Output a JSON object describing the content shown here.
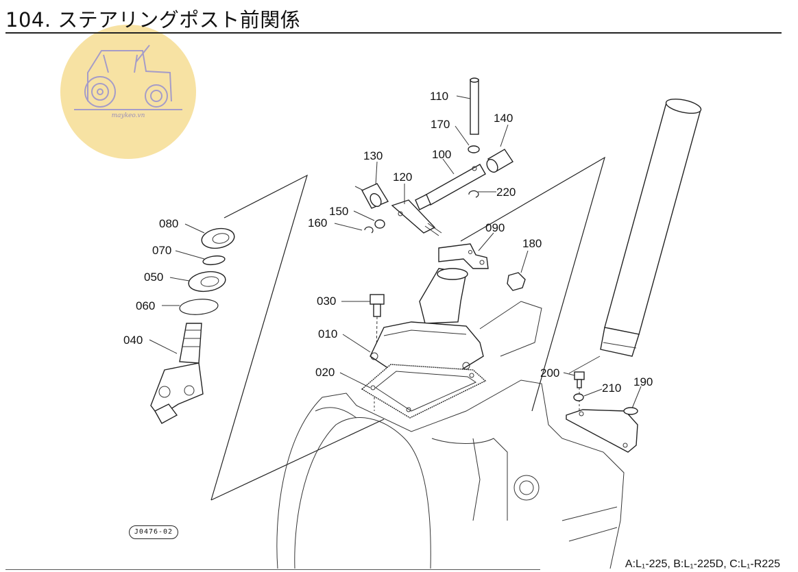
{
  "header": {
    "title": "104. ステアリングポスト前関係"
  },
  "watermark": {
    "text": "maykeo.vn",
    "icon": "tractor-icon"
  },
  "drawing_code": "J0476-02",
  "footer": {
    "models": "A:L₁-225, B:L₁-225D, C:L₁-R225"
  },
  "parts": {
    "p110": "110",
    "p170": "170",
    "p140": "140",
    "p130": "130",
    "p100": "100",
    "p120": "120",
    "p220": "220",
    "p150": "150",
    "p160": "160",
    "p080": "080",
    "p090": "090",
    "p180": "180",
    "p070": "070",
    "p050": "050",
    "p060": "060",
    "p030": "030",
    "p040": "040",
    "p010": "010",
    "p020": "020",
    "p200": "200",
    "p210": "210",
    "p190": "190"
  }
}
